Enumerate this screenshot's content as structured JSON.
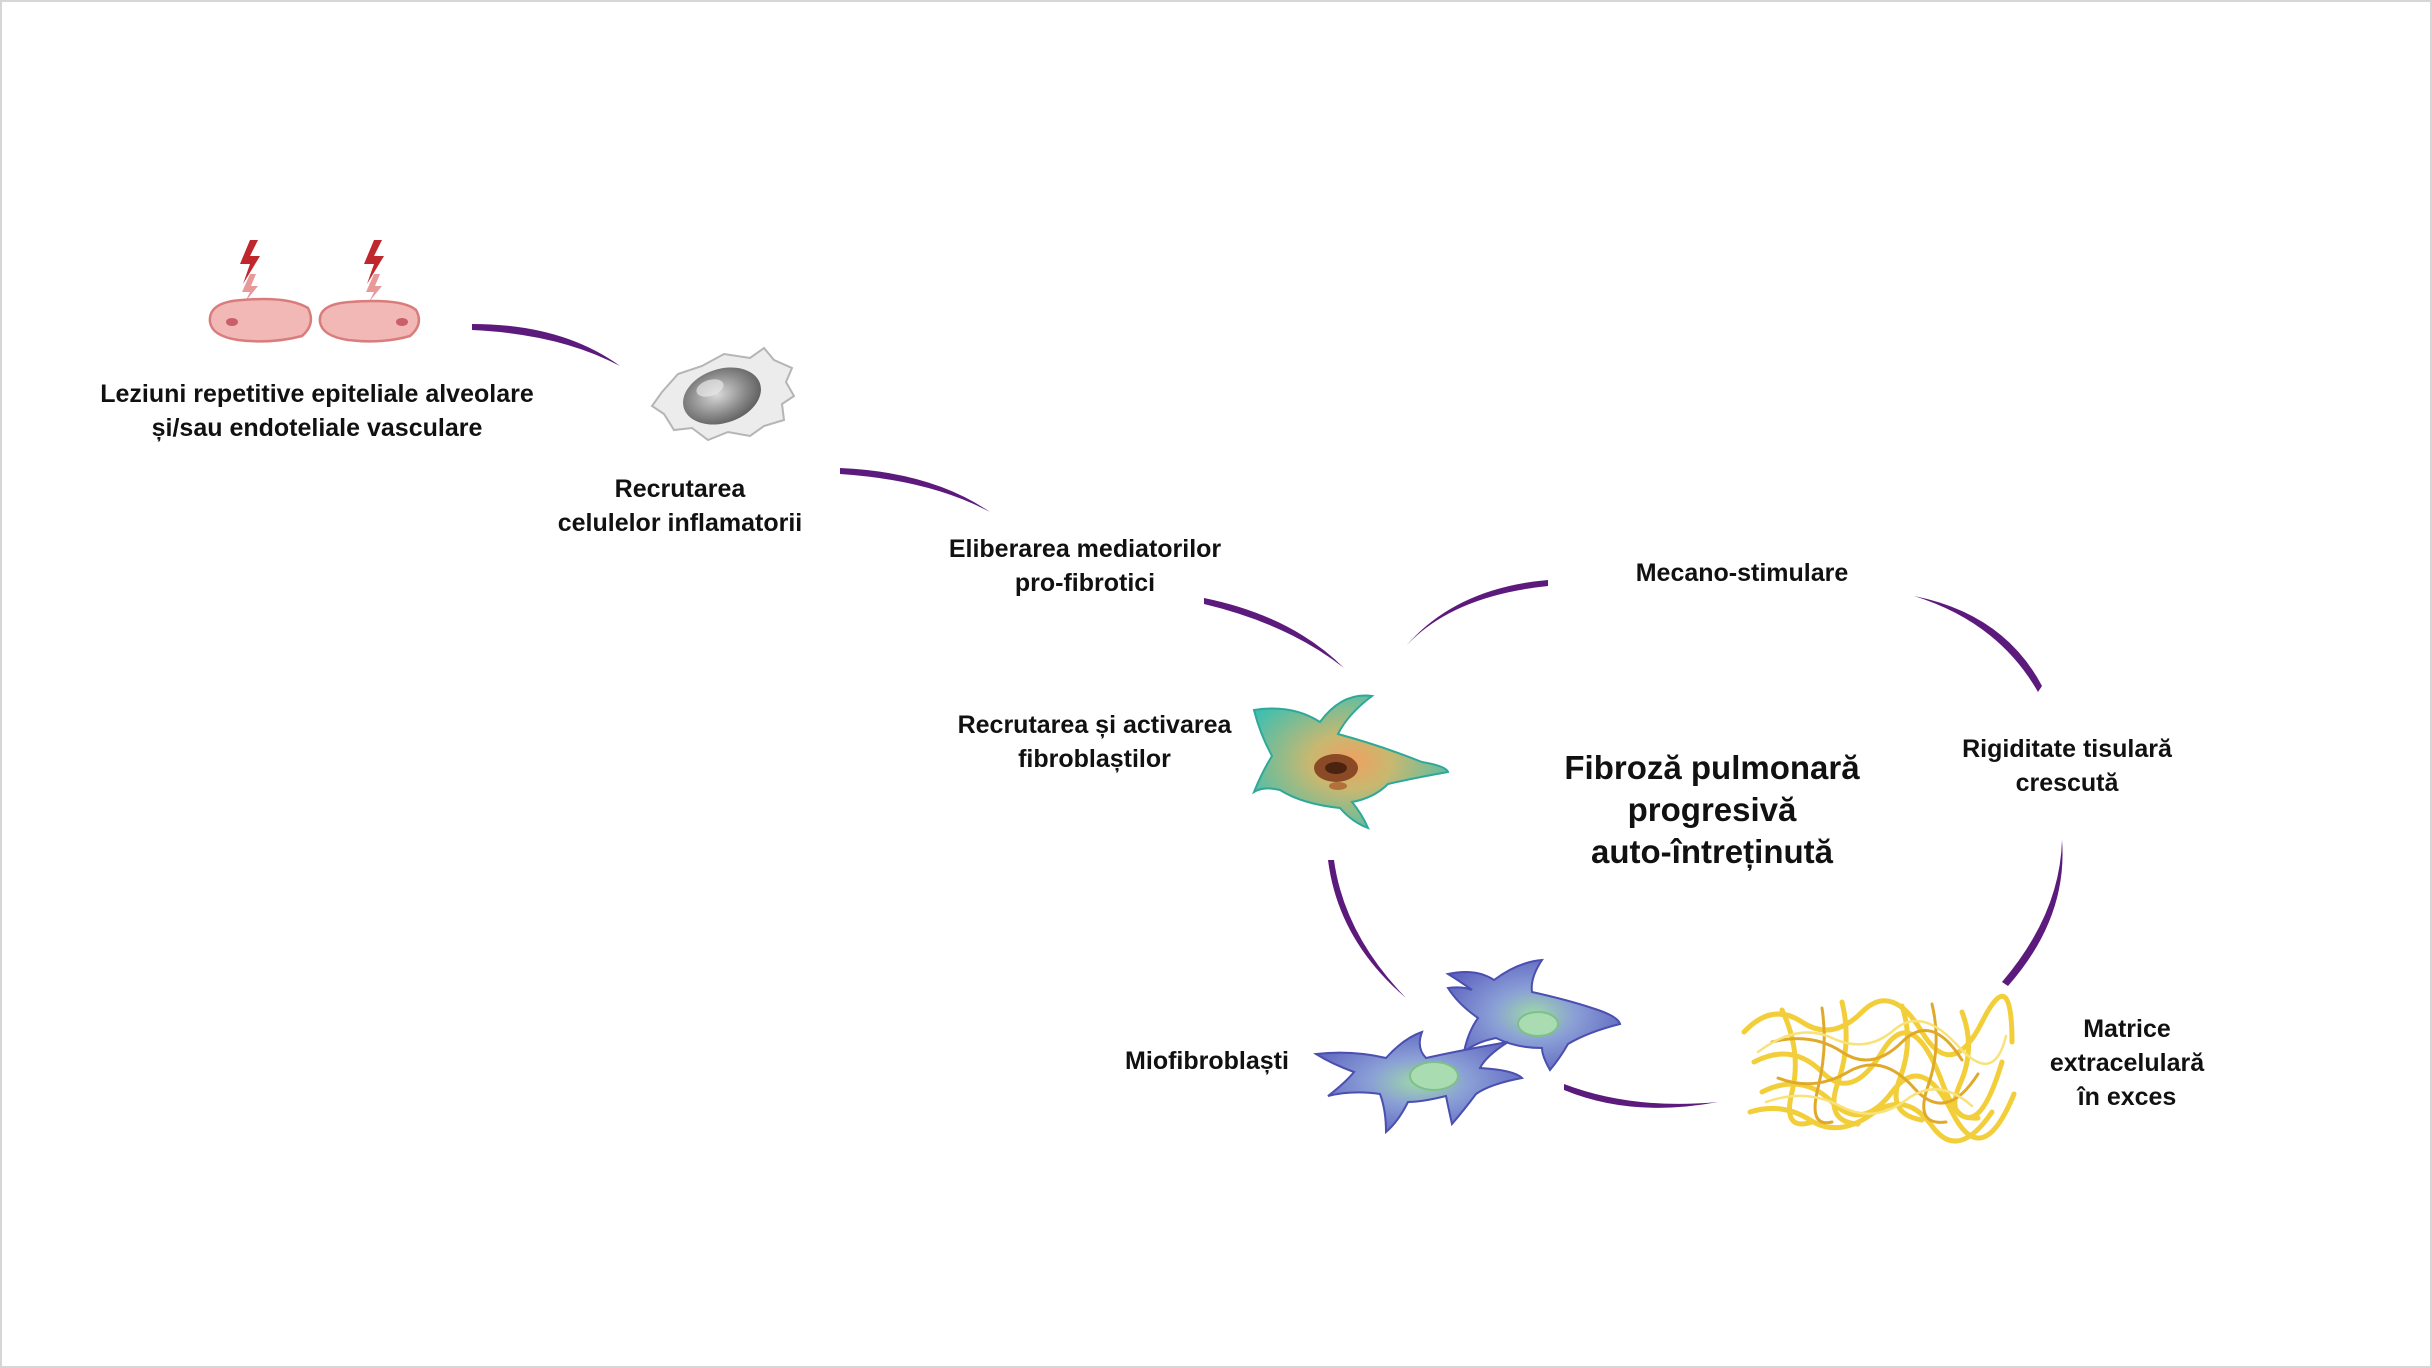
{
  "diagram": {
    "center_title": {
      "line1": "Fibroză pulmonară",
      "line2": "progresivă",
      "line3": "auto-întreținută"
    },
    "labels": {
      "injury": {
        "line1": "Leziuni repetitive epiteliale alveolare",
        "line2": "și/sau endoteliale vasculare"
      },
      "inflammatory": {
        "line1": "Recrutarea",
        "line2": "celulelor inflamatorii"
      },
      "mediators": {
        "line1": "Eliberarea mediatorilor",
        "line2": "pro-fibrotici"
      },
      "fibroblasts": {
        "line1": "Recrutarea și activarea",
        "line2": "fibroblaștilor"
      },
      "mechano": {
        "line1": "Mecano-stimulare"
      },
      "stiffness": {
        "line1": "Rigiditate tisulară",
        "line2": "crescută"
      },
      "matrix": {
        "line1": "Matrice",
        "line2": "extracelulară",
        "line3": "în exces"
      },
      "myofibroblasts": {
        "line1": "Miofibroblaști"
      }
    },
    "colors": {
      "arrow": "#5c1a7d",
      "epithelial_cell": "#f2b8b5",
      "lightning": "#c0272d",
      "inflammatory_cell": "#bdbdbd",
      "fibroblast": "#3fb8a8",
      "myofibroblast": "#6c6fc4",
      "matrix": "#f2cf3a"
    }
  }
}
